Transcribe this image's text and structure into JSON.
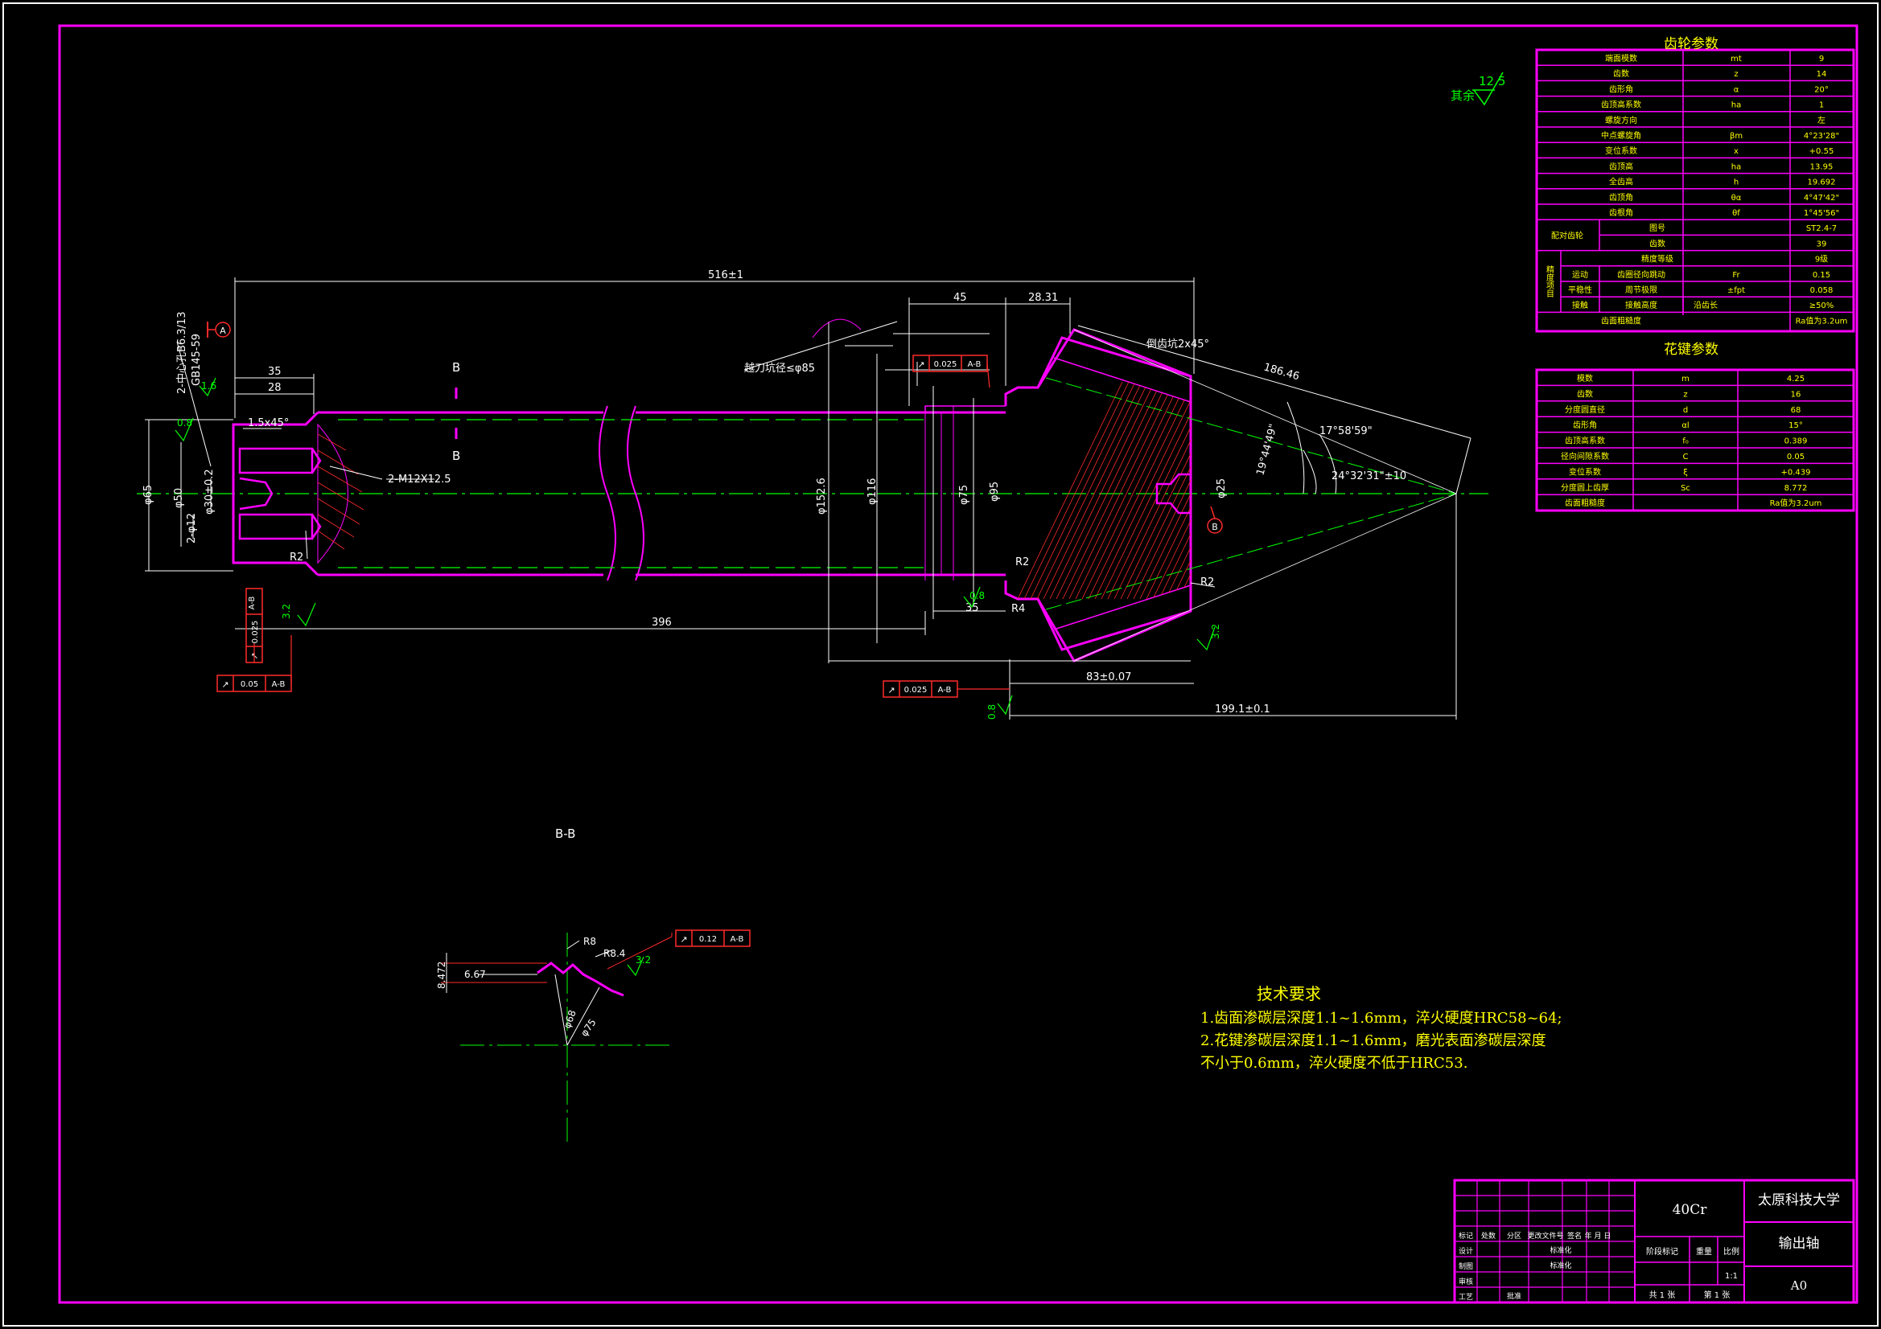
{
  "gear_table": {
    "title": "齿轮参数",
    "rows": [
      {
        "name": "端面模数",
        "symbol": "mt",
        "value": "9"
      },
      {
        "name": "齿数",
        "symbol": "z",
        "value": "14"
      },
      {
        "name": "齿形角",
        "symbol": "α",
        "value": "20°"
      },
      {
        "name": "齿顶高系数",
        "symbol": "ha",
        "value": "1"
      },
      {
        "name": "螺旋方向",
        "symbol": "",
        "value": "左"
      },
      {
        "name": "中点螺旋角",
        "symbol": "βm",
        "value": "4°23'28\""
      },
      {
        "name": "变位系数",
        "symbol": "x",
        "value": "+0.55"
      },
      {
        "name": "齿顶高",
        "symbol": "ha",
        "value": "13.95"
      },
      {
        "name": "全齿高",
        "symbol": "h",
        "value": "19.692"
      },
      {
        "name": "齿顶角",
        "symbol": "θα",
        "value": "4°47'42\""
      },
      {
        "name": "齿根角",
        "symbol": "θf",
        "value": "1°45'56\""
      }
    ],
    "mating_label": "配对齿轮",
    "mating_rows": [
      {
        "name": "图号",
        "value": "ST2.4-7"
      },
      {
        "name": "齿数",
        "value": "39"
      }
    ],
    "accuracy_label": "精度项目",
    "accuracy_grade_label": "精度等级",
    "accuracy_grade_value": "9级",
    "movement_label": "运动",
    "runout_label": "齿圈径向跳动",
    "runout_symbol": "Fr",
    "runout_value": "0.15",
    "smooth_label": "平稳性",
    "pitch_label": "周节极限",
    "pitch_symbol": "±fpt",
    "pitch_value": "0.058",
    "contact_label": "接触",
    "contact_cols": [
      "接触高度",
      "沿齿长"
    ],
    "contact_value": "≥50%",
    "roughness_label": "齿面粗糙度",
    "roughness_value": "Ra值为3.2um"
  },
  "spline_table": {
    "title": "花键参数",
    "rows": [
      {
        "name": "模数",
        "symbol": "m",
        "value": "4.25"
      },
      {
        "name": "齿数",
        "symbol": "z",
        "value": "16"
      },
      {
        "name": "分度圆直径",
        "symbol": "d",
        "value": "68"
      },
      {
        "name": "齿形角",
        "symbol": "αl",
        "value": "15°"
      },
      {
        "name": "齿顶高系数",
        "symbol": "f₀",
        "value": "0.389"
      },
      {
        "name": "径向间隙系数",
        "symbol": "C",
        "value": "0.05"
      },
      {
        "name": "变位系数",
        "symbol": "ξ",
        "value": "+0.439"
      },
      {
        "name": "分度圆上齿厚",
        "symbol": "Sc",
        "value": "8.772"
      },
      {
        "name": "齿面粗糙度",
        "symbol": "",
        "value": "Ra值为3.2um"
      }
    ]
  },
  "surface_other": {
    "label": "其余",
    "value": "12.5"
  },
  "dimensions": {
    "overall_length": "516±1",
    "d45": "45",
    "d28": "28.31",
    "d35a": "35",
    "d28b": "28",
    "chamfer": "1.5x45°",
    "threads": "2-M12X12.5",
    "hole2": "2-φ12",
    "dia65": "φ65",
    "dia50": "φ50",
    "dia30": "φ30±0.2",
    "center": "2-中心孔B6.3/13",
    "center2": "GB145-59",
    "r2a": "R2",
    "l396": "396",
    "d152": "φ152.6",
    "d116": "φ116",
    "d75": "φ75",
    "d95": "φ95",
    "d35b": "35",
    "r2b": "R2",
    "r4": "R4",
    "r2c": "R2",
    "d83": "83±0.07",
    "d199": "199.1±0.1",
    "d186": "186.46",
    "ang1": "17°58'59\"",
    "ang2": "24°32'31\"±10",
    "ang3": "19°44'49\"",
    "d25": "φ25",
    "chamfer2": "倒齿坑2x45°",
    "undercut": "越刀坑径≤φ85",
    "sec_b": "B",
    "sec_bb": "B-B",
    "datumA": "A",
    "datumB": "B",
    "ra32a": "3.2",
    "ra32b": "3.2",
    "ra08a": "0.8",
    "ra08b": "0.8",
    "ra08c": "0.8",
    "ra16": "1.6"
  },
  "tolerances": [
    {
      "sym": "↗",
      "val": "0.025",
      "ref": "A-B"
    },
    {
      "sym": "↗",
      "val": "0.025",
      "ref": "A-B"
    },
    {
      "sym": "↗",
      "val": "0.05",
      "ref": "A-B"
    },
    {
      "sym": "↗",
      "val": "0.025",
      "ref": "A-B"
    },
    {
      "sym": "↗",
      "val": "0.12",
      "ref": "A-B"
    }
  ],
  "section": {
    "r8": "R8",
    "r84": "R8.4",
    "d667": "6.67",
    "d847": "8.472",
    "phi": "φ68",
    "phi2": "φ75",
    "ra": "3.2"
  },
  "tech": {
    "title": "技术要求",
    "lines": [
      "1.齿面渗碳层深度1.1~1.6mm，淬火硬度HRC58~64;",
      "2.花键渗碳层深度1.1~1.6mm，磨光表面渗碳层深度",
      "不小于0.6mm，淬火硬度不低于HRC53."
    ]
  },
  "title_block": {
    "material": "40Cr",
    "school": "太原科技大学",
    "part": "输出轴",
    "drawing_no": "A0",
    "scale_label": "比例",
    "scale": "1:1",
    "weight_label": "重量",
    "stage_label": "阶段标记",
    "sheets": "共 1 张",
    "sheet_no": "第 1 张",
    "rows": [
      "标记",
      "设计",
      "制图",
      "审核",
      "工艺"
    ],
    "cols": [
      "处数",
      "分区",
      "更改文件号",
      "签名",
      "年 月 日"
    ],
    "std1": "标准化",
    "std2": "标准化",
    "approve": "批准"
  }
}
